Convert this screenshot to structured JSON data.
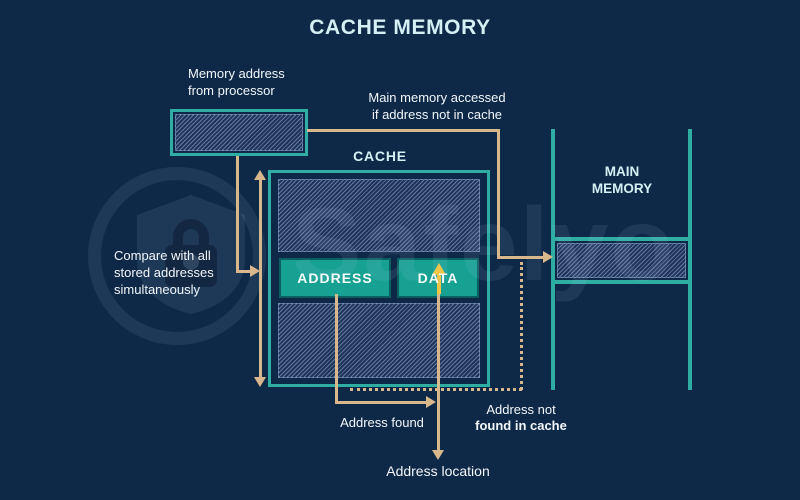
{
  "title": "CACHE MEMORY",
  "cache": {
    "label": "CACHE",
    "address_label": "ADDRESS",
    "data_label": "DATA"
  },
  "main_memory": {
    "label_line1": "MAIN",
    "label_line2": "MEMORY"
  },
  "annotations": {
    "processor_line1": "Memory address",
    "processor_line2": "from processor",
    "main_access_line1": "Main memory accessed",
    "main_access_line2": "if address not in cache",
    "compare_line1": "Compare with all",
    "compare_line2": "stored addresses",
    "compare_line3": "simultaneously",
    "address_found": "Address found",
    "not_found_line1": "Address not",
    "not_found_line2": "found in cache",
    "address_location": "Address location"
  },
  "watermark": {
    "text": "Safelyo"
  },
  "colors": {
    "background": "#0e2948",
    "teal_border": "#2fada3",
    "cell_fill": "#16a192",
    "heading_cyan": "#d5f0f4",
    "body_text": "#f3f6fa",
    "connector_tan": "#d8b78d",
    "highlight_yellow": "#eec549",
    "hatch_base": "#24395f",
    "hatch_stripe": "#92acd8"
  }
}
